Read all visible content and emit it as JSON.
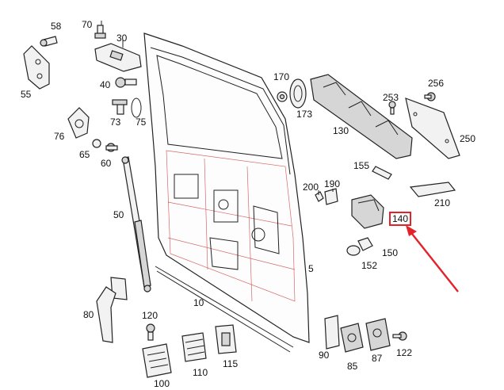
{
  "diagram": {
    "highlighted_part": "140",
    "highlight_color": "#e3222a",
    "callouts": {
      "c5": "5",
      "c10": "10",
      "c30": "30",
      "c40": "40",
      "c50": "50",
      "c55": "55",
      "c58": "58",
      "c60": "60",
      "c65": "65",
      "c70": "70",
      "c73": "73",
      "c75": "75",
      "c76": "76",
      "c80": "80",
      "c85": "85",
      "c87": "87",
      "c90": "90",
      "c100": "100",
      "c110": "110",
      "c115": "115",
      "c120": "120",
      "c122": "122",
      "c130": "130",
      "c140": "140",
      "c150": "150",
      "c152": "152",
      "c155": "155",
      "c170": "170",
      "c173": "173",
      "c190": "190",
      "c200": "200",
      "c210": "210",
      "c250": "250",
      "c253": "253",
      "c256": "256"
    }
  }
}
